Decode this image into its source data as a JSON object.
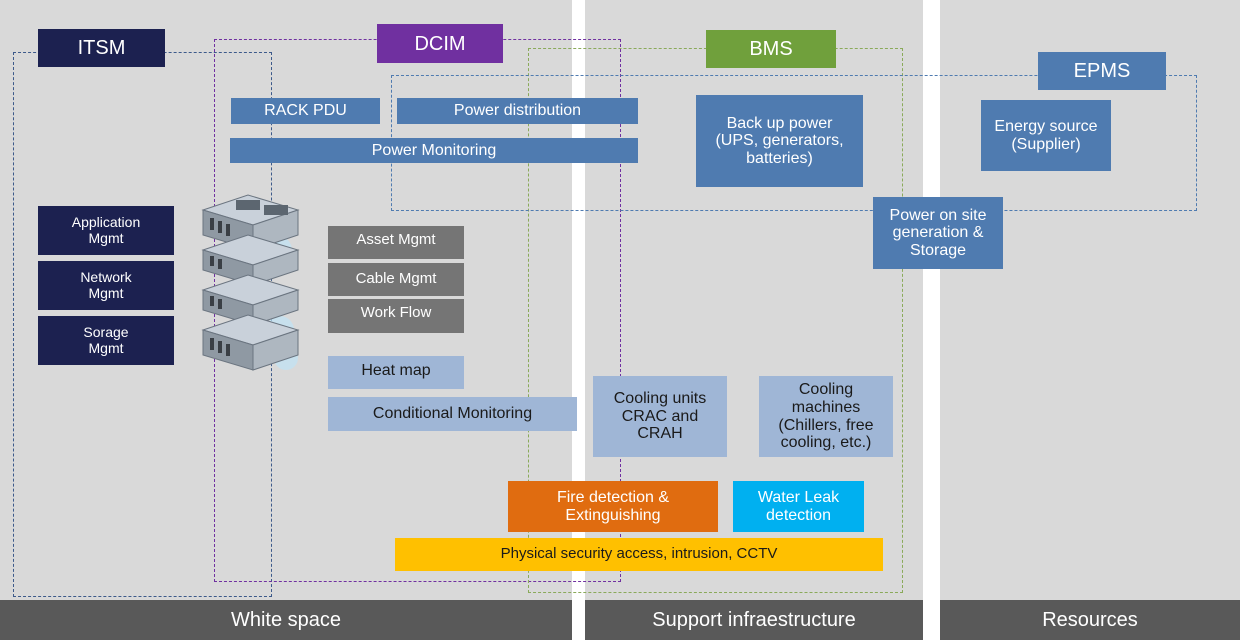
{
  "colors": {
    "itsm": "#1c2150",
    "dcim": "#7030a0",
    "bms": "#70a03c",
    "epms": "#4f7bb0",
    "fire": "#e06c10",
    "water": "#00b0f0",
    "security": "#ffc000"
  },
  "categories": {
    "itsm": "ITSM",
    "dcim": "DCIM",
    "bms": "BMS",
    "epms": "EPMS"
  },
  "zones": {
    "white_space": "White space",
    "support": "Support infraestructure",
    "resources": "Resources"
  },
  "boxes": {
    "rack_pdu": "RACK PDU",
    "power_distribution": "Power distribution",
    "power_monitoring": "Power Monitoring",
    "backup_power": "Back up power\n(UPS, generators,\nbatteries)",
    "energy_source": "Energy source\n(Supplier)",
    "power_onsite": "Power on site\ngeneration &\nStorage",
    "application_mgmt": "Application\nMgmt",
    "network_mgmt": "Network\nMgmt",
    "storage_mgmt": "Sorage\nMgmt",
    "asset_mgmt": "Asset Mgmt",
    "cable_mgmt": "Cable Mgmt",
    "work_flow": "Work Flow",
    "heat_map": "Heat map",
    "conditional_monitoring": "Conditional Monitoring",
    "cooling_units": "Cooling units\nCRAC and\nCRAH",
    "cooling_machines": "Cooling\nmachines\n(Chillers, free\ncooling, etc.)",
    "fire_detection": "Fire detection &\nExtinguishing",
    "water_leak": "Water Leak\ndetection",
    "physical_security": "Physical security access, intrusion, CCTV"
  },
  "icons": [
    "server-rack-icon"
  ]
}
